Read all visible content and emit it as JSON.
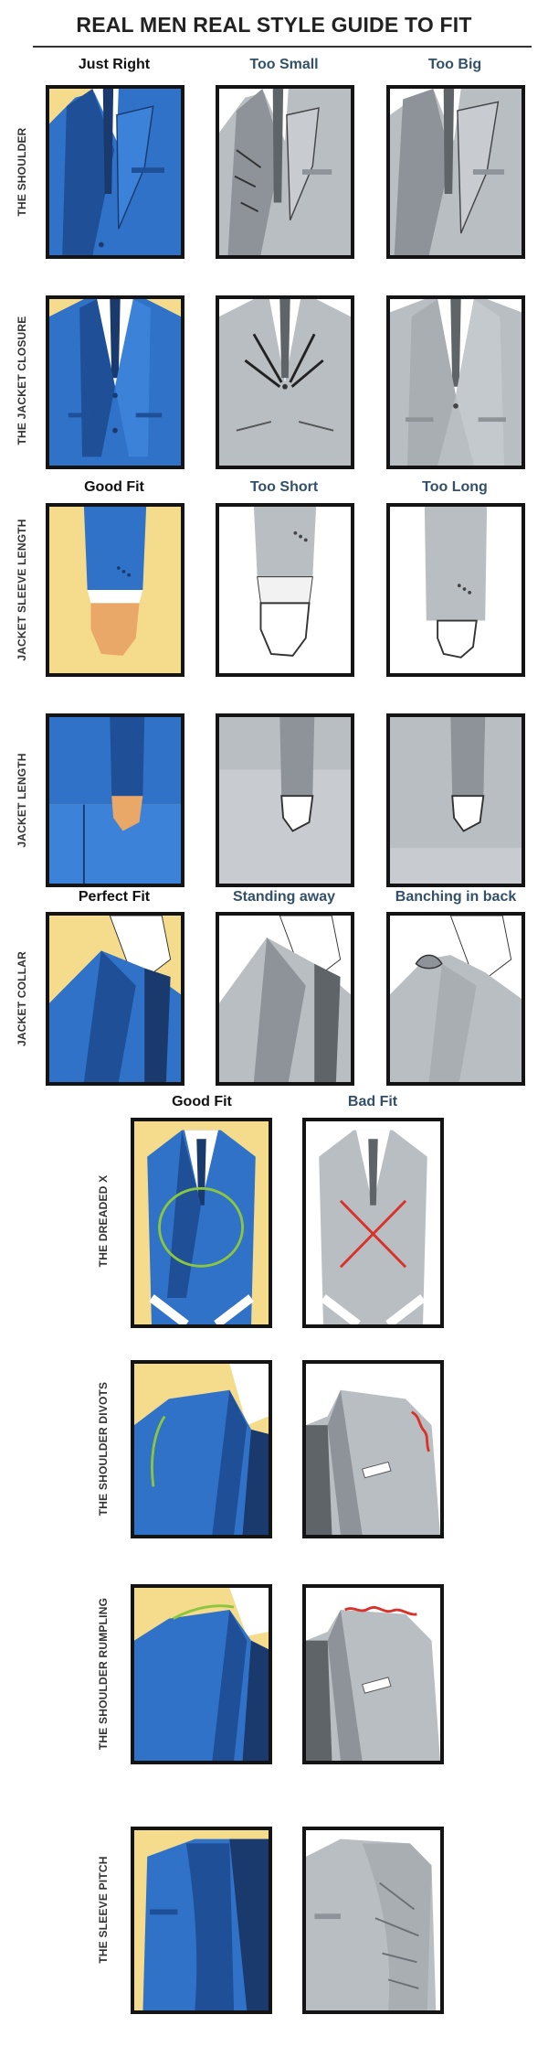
{
  "title": "REAL MEN REAL STYLE GUIDE TO FIT",
  "colors": {
    "good_bg": "#f4dc8c",
    "good_suit": "#2f72c8",
    "good_suit_dark": "#1e4f97",
    "bad_bg": "#ffffff",
    "bad_suit": "#b9bec3",
    "bad_suit_dark": "#8d9398",
    "good_marker": "#8cc63f",
    "bad_marker": "#d9322b",
    "frame": "#141414"
  },
  "section1_headers": [
    "Just Right",
    "Too Small",
    "Too Big"
  ],
  "section2_headers": [
    "Good Fit",
    "Too Short",
    "Too Long"
  ],
  "section3_headers": [
    "Perfect Fit",
    "Standing away",
    "Banching in back"
  ],
  "section4_headers": [
    "Good Fit",
    "Bad Fit"
  ],
  "row_labels": {
    "shoulder": "THE SHOULDER",
    "closure": "THE JACKET CLOSURE",
    "sleeve_length": "JACKET SLEEVE LENGTH",
    "jacket_length": "JACKET LENGTH",
    "collar": "JACKET COLLAR",
    "dreaded_x": "THE DREADED X",
    "divots": "THE SHOULDER DIVOTS",
    "rumpling": "THE SHOULDER RUMPLING",
    "sleeve_pitch": "THE SLEEVE PITCH"
  }
}
